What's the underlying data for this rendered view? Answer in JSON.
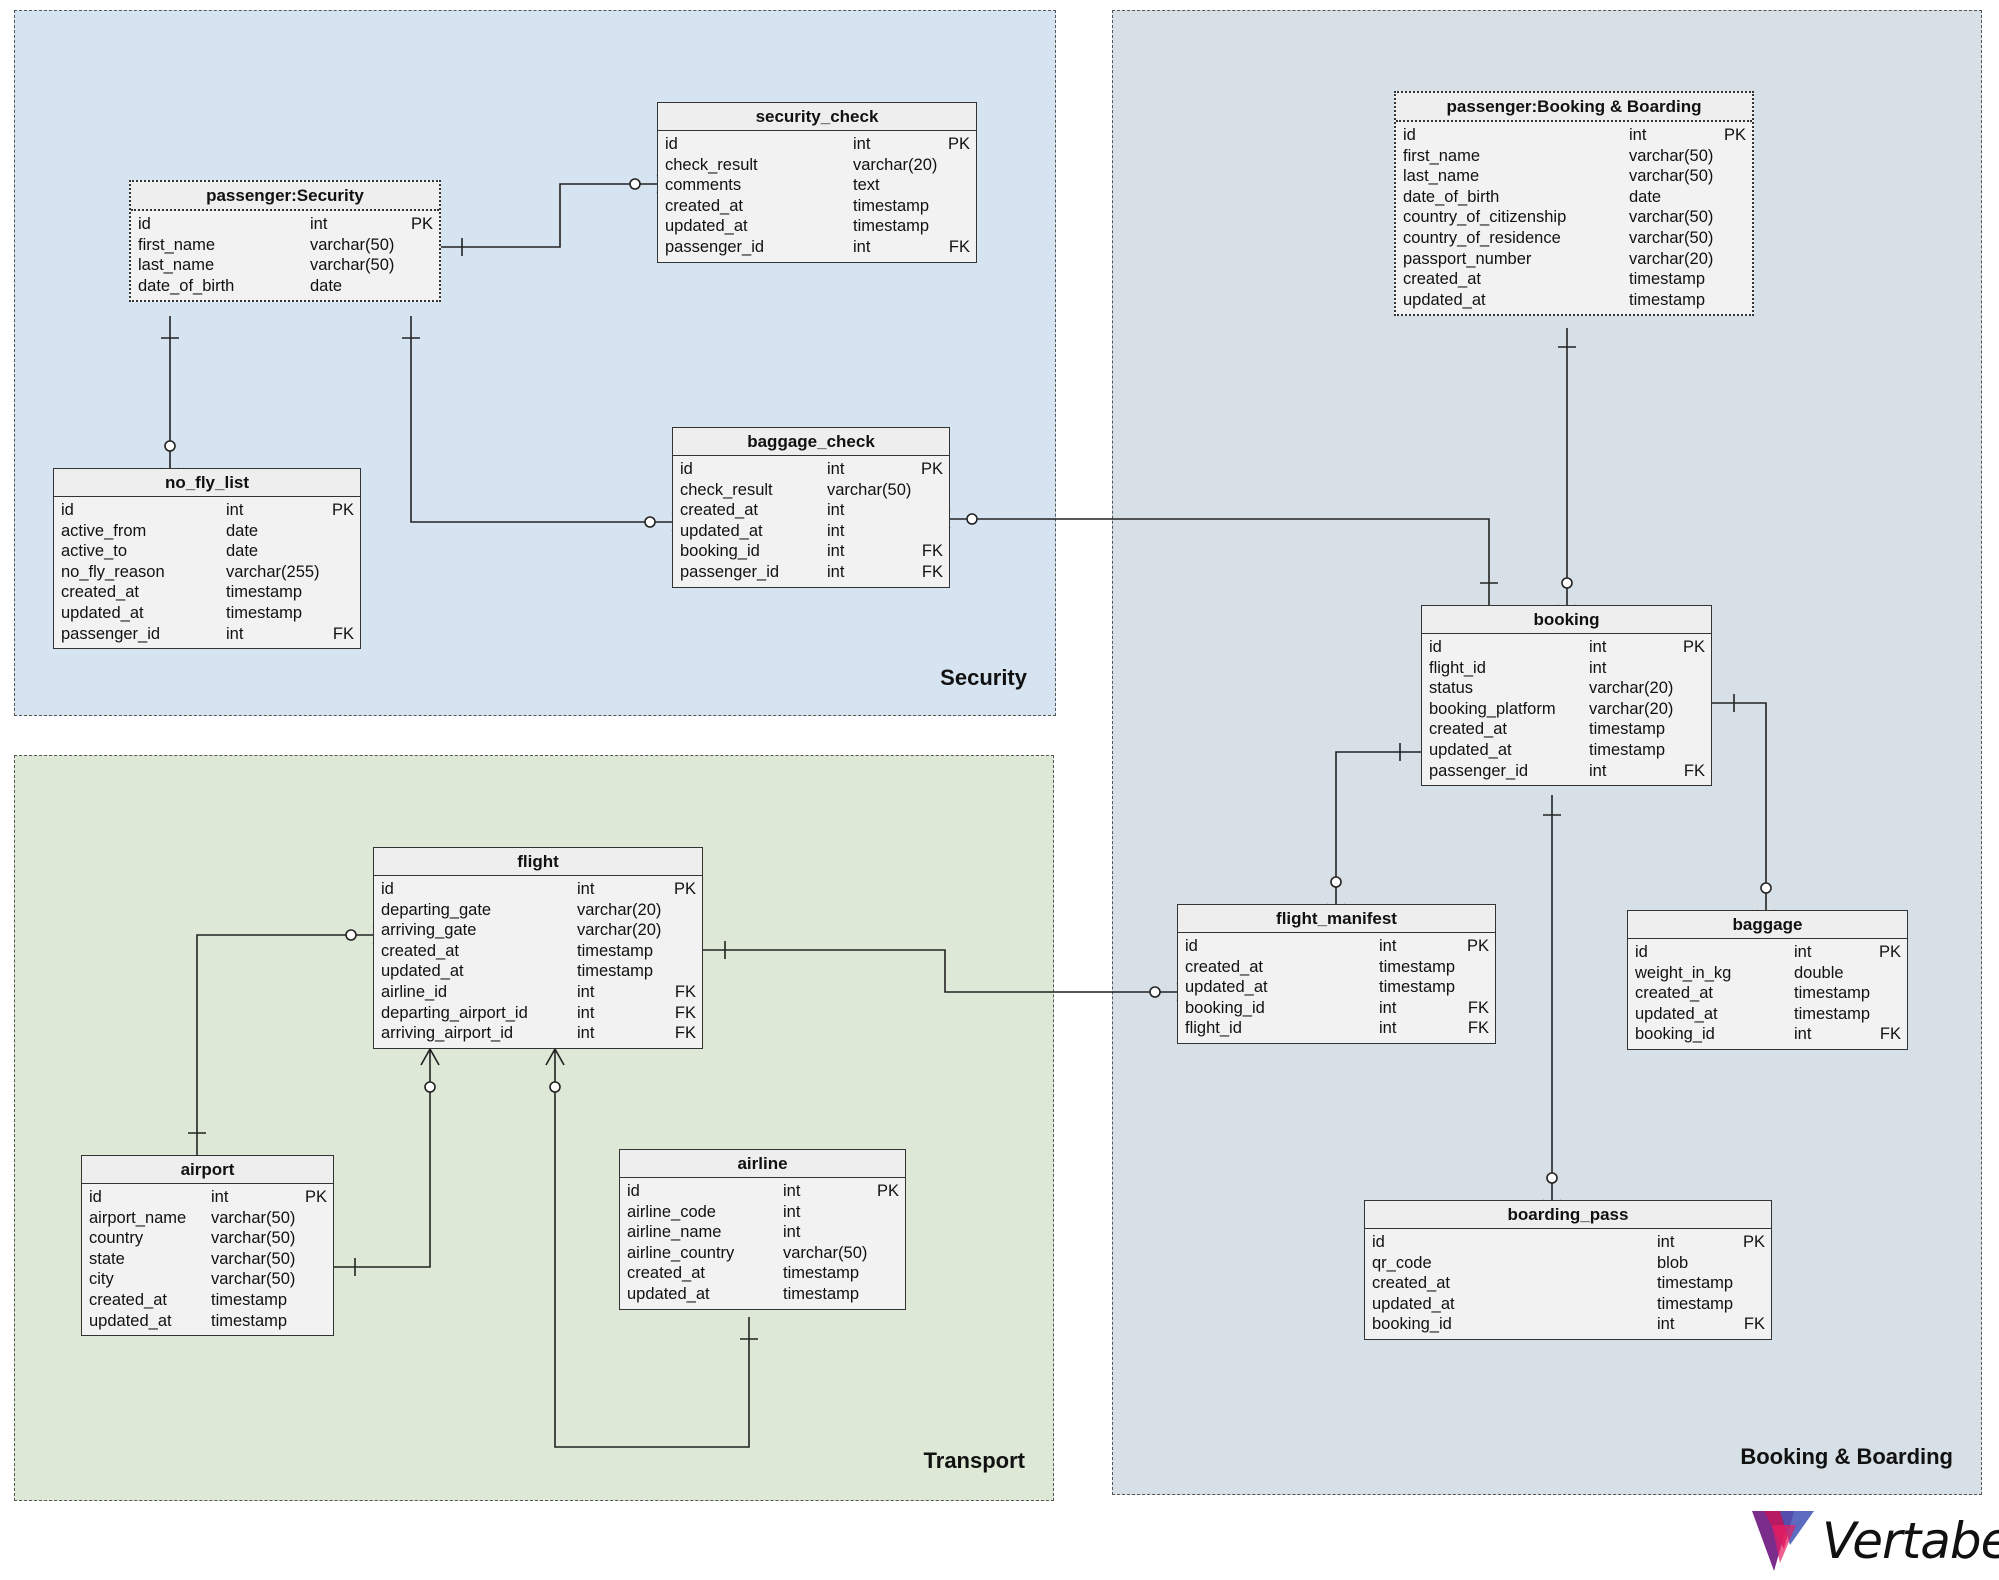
{
  "areas": {
    "security": "Security",
    "transport": "Transport",
    "booking_boarding": "Booking & Boarding"
  },
  "tables": {
    "passenger_security": {
      "name": "passenger:Security",
      "columns": [
        {
          "name": "id",
          "type": "int",
          "key": "PK"
        },
        {
          "name": "first_name",
          "type": "varchar(50)",
          "key": ""
        },
        {
          "name": "last_name",
          "type": "varchar(50)",
          "key": ""
        },
        {
          "name": "date_of_birth",
          "type": "date",
          "key": ""
        }
      ]
    },
    "security_check": {
      "name": "security_check",
      "columns": [
        {
          "name": "id",
          "type": "int",
          "key": "PK"
        },
        {
          "name": "check_result",
          "type": "varchar(20)",
          "key": ""
        },
        {
          "name": "comments",
          "type": "text",
          "key": ""
        },
        {
          "name": "created_at",
          "type": "timestamp",
          "key": ""
        },
        {
          "name": "updated_at",
          "type": "timestamp",
          "key": ""
        },
        {
          "name": "passenger_id",
          "type": "int",
          "key": "FK"
        }
      ]
    },
    "no_fly_list": {
      "name": "no_fly_list",
      "columns": [
        {
          "name": "id",
          "type": "int",
          "key": "PK"
        },
        {
          "name": "active_from",
          "type": "date",
          "key": ""
        },
        {
          "name": "active_to",
          "type": "date",
          "key": ""
        },
        {
          "name": "no_fly_reason",
          "type": "varchar(255)",
          "key": ""
        },
        {
          "name": "created_at",
          "type": "timestamp",
          "key": ""
        },
        {
          "name": "updated_at",
          "type": "timestamp",
          "key": ""
        },
        {
          "name": "passenger_id",
          "type": "int",
          "key": "FK"
        }
      ]
    },
    "baggage_check": {
      "name": "baggage_check",
      "columns": [
        {
          "name": "id",
          "type": "int",
          "key": "PK"
        },
        {
          "name": "check_result",
          "type": "varchar(50)",
          "key": ""
        },
        {
          "name": "created_at",
          "type": "int",
          "key": ""
        },
        {
          "name": "updated_at",
          "type": "int",
          "key": ""
        },
        {
          "name": "booking_id",
          "type": "int",
          "key": "FK"
        },
        {
          "name": "passenger_id",
          "type": "int",
          "key": "FK"
        }
      ]
    },
    "passenger_booking": {
      "name": "passenger:Booking & Boarding",
      "columns": [
        {
          "name": "id",
          "type": "int",
          "key": "PK"
        },
        {
          "name": "first_name",
          "type": "varchar(50)",
          "key": ""
        },
        {
          "name": "last_name",
          "type": "varchar(50)",
          "key": ""
        },
        {
          "name": "date_of_birth",
          "type": "date",
          "key": ""
        },
        {
          "name": "country_of_citizenship",
          "type": "varchar(50)",
          "key": ""
        },
        {
          "name": "country_of_residence",
          "type": "varchar(50)",
          "key": ""
        },
        {
          "name": "passport_number",
          "type": "varchar(20)",
          "key": ""
        },
        {
          "name": "created_at",
          "type": "timestamp",
          "key": ""
        },
        {
          "name": "updated_at",
          "type": "timestamp",
          "key": ""
        }
      ]
    },
    "booking": {
      "name": "booking",
      "columns": [
        {
          "name": "id",
          "type": "int",
          "key": "PK"
        },
        {
          "name": "flight_id",
          "type": "int",
          "key": ""
        },
        {
          "name": "status",
          "type": "varchar(20)",
          "key": ""
        },
        {
          "name": "booking_platform",
          "type": "varchar(20)",
          "key": ""
        },
        {
          "name": "created_at",
          "type": "timestamp",
          "key": ""
        },
        {
          "name": "updated_at",
          "type": "timestamp",
          "key": ""
        },
        {
          "name": "passenger_id",
          "type": "int",
          "key": "FK"
        }
      ]
    },
    "flight": {
      "name": "flight",
      "columns": [
        {
          "name": "id",
          "type": "int",
          "key": "PK"
        },
        {
          "name": "departing_gate",
          "type": "varchar(20)",
          "key": ""
        },
        {
          "name": "arriving_gate",
          "type": "varchar(20)",
          "key": ""
        },
        {
          "name": "created_at",
          "type": "timestamp",
          "key": ""
        },
        {
          "name": "updated_at",
          "type": "timestamp",
          "key": ""
        },
        {
          "name": "airline_id",
          "type": "int",
          "key": "FK"
        },
        {
          "name": "departing_airport_id",
          "type": "int",
          "key": "FK"
        },
        {
          "name": "arriving_airport_id",
          "type": "int",
          "key": "FK"
        }
      ]
    },
    "flight_manifest": {
      "name": "flight_manifest",
      "columns": [
        {
          "name": "id",
          "type": "int",
          "key": "PK"
        },
        {
          "name": "created_at",
          "type": "timestamp",
          "key": ""
        },
        {
          "name": "updated_at",
          "type": "timestamp",
          "key": ""
        },
        {
          "name": "booking_id",
          "type": "int",
          "key": "FK"
        },
        {
          "name": "flight_id",
          "type": "int",
          "key": "FK"
        }
      ]
    },
    "baggage": {
      "name": "baggage",
      "columns": [
        {
          "name": "id",
          "type": "int",
          "key": "PK"
        },
        {
          "name": "weight_in_kg",
          "type": "double",
          "key": ""
        },
        {
          "name": "created_at",
          "type": "timestamp",
          "key": ""
        },
        {
          "name": "updated_at",
          "type": "timestamp",
          "key": ""
        },
        {
          "name": "booking_id",
          "type": "int",
          "key": "FK"
        }
      ]
    },
    "airport": {
      "name": "airport",
      "columns": [
        {
          "name": "id",
          "type": "int",
          "key": "PK"
        },
        {
          "name": "airport_name",
          "type": "varchar(50)",
          "key": ""
        },
        {
          "name": "country",
          "type": "varchar(50)",
          "key": ""
        },
        {
          "name": "state",
          "type": "varchar(50)",
          "key": ""
        },
        {
          "name": "city",
          "type": "varchar(50)",
          "key": ""
        },
        {
          "name": "created_at",
          "type": "timestamp",
          "key": ""
        },
        {
          "name": "updated_at",
          "type": "timestamp",
          "key": ""
        }
      ]
    },
    "airline": {
      "name": "airline",
      "columns": [
        {
          "name": "id",
          "type": "int",
          "key": "PK"
        },
        {
          "name": "airline_code",
          "type": "int",
          "key": ""
        },
        {
          "name": "airline_name",
          "type": "int",
          "key": ""
        },
        {
          "name": "airline_country",
          "type": "varchar(50)",
          "key": ""
        },
        {
          "name": "created_at",
          "type": "timestamp",
          "key": ""
        },
        {
          "name": "updated_at",
          "type": "timestamp",
          "key": ""
        }
      ]
    },
    "boarding_pass": {
      "name": "boarding_pass",
      "columns": [
        {
          "name": "id",
          "type": "int",
          "key": "PK"
        },
        {
          "name": "qr_code",
          "type": "blob",
          "key": ""
        },
        {
          "name": "created_at",
          "type": "timestamp",
          "key": ""
        },
        {
          "name": "updated_at",
          "type": "timestamp",
          "key": ""
        },
        {
          "name": "booking_id",
          "type": "int",
          "key": "FK"
        }
      ]
    }
  },
  "logo": {
    "text": "Vertabelo",
    "icon": "vertabelo-logo-icon"
  },
  "colors": {
    "security_area": "#d6e3f1",
    "transport_area": "#dde8d6",
    "booking_area": "#d6e0e6",
    "table_fill": "#f2f2f2",
    "line": "#222222"
  }
}
